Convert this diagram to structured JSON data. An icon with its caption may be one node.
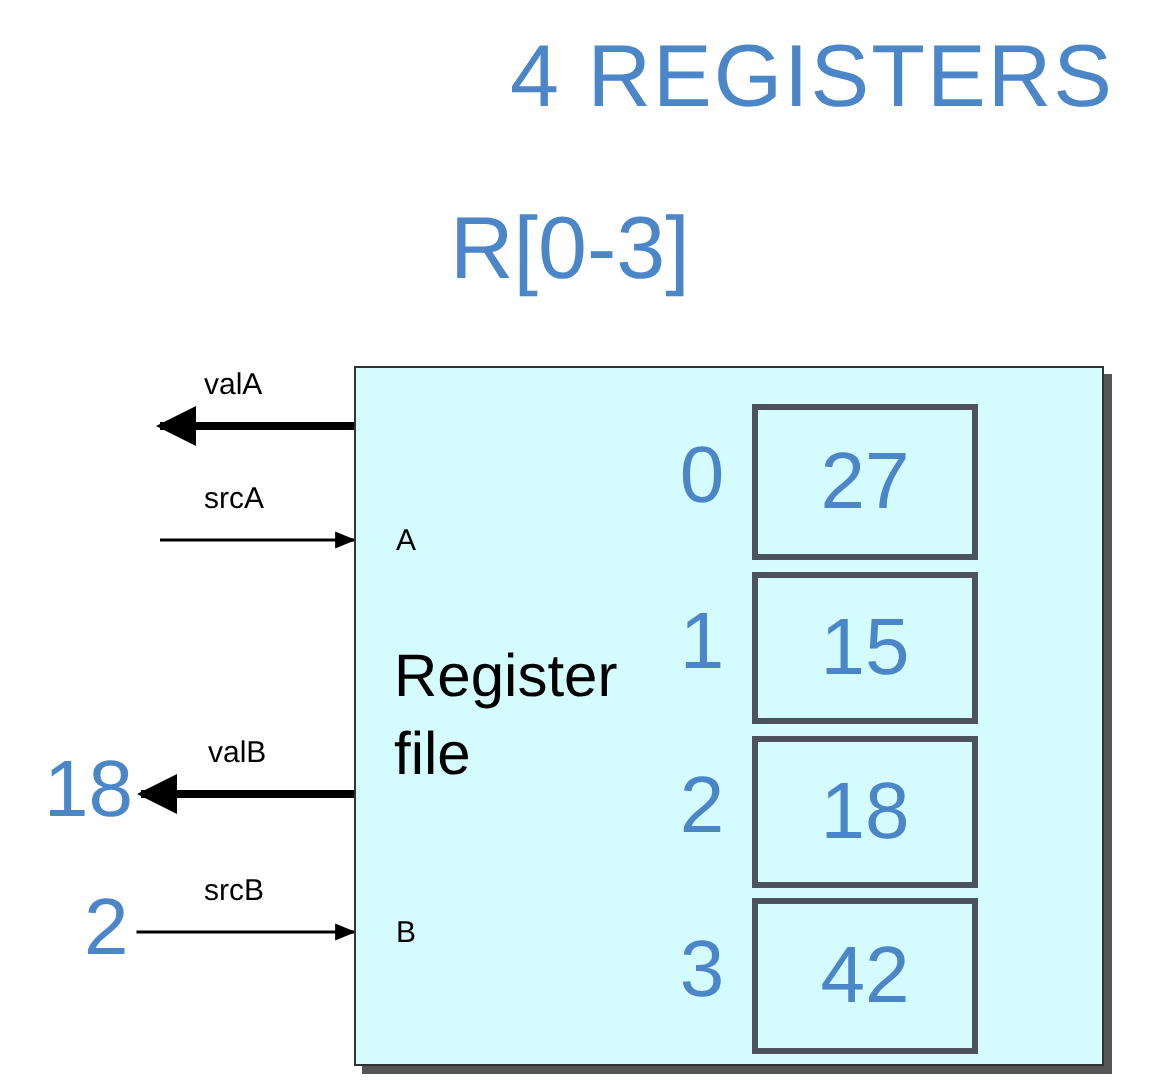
{
  "diagram": {
    "title": "4 REGISTERS",
    "nodes": [
      {
        "text": [
          "Register file"
        ]
      },
      {
        "text": [
          "27"
        ],
        "in": 0,
        "beside": [
          "0"
        ]
      },
      {
        "text": [
          "15"
        ],
        "in": 0,
        "beside": [
          "1"
        ]
      },
      {
        "text": [
          "18"
        ],
        "in": 0,
        "beside": [
          "2"
        ]
      },
      {
        "text": [
          "42"
        ],
        "in": 0,
        "beside": [
          "3"
        ]
      },
      {
        "text": [
          "18"
        ]
      },
      {
        "text": [
          "2"
        ]
      }
    ],
    "edges": [
      {
        "from": 0,
        "to": null,
        "arrow": "to",
        "label": "valA",
        "style": "thick"
      },
      {
        "from": null,
        "to": 0,
        "arrow": "to",
        "label": "srcA"
      },
      {
        "from": 0,
        "to": 5,
        "arrow": "to",
        "label": "valB",
        "style": "thick"
      },
      {
        "from": 6,
        "to": 0,
        "arrow": "to",
        "label": "srcB"
      }
    ],
    "labels": [
      "R[0-3]",
      "A",
      "B"
    ]
  }
}
